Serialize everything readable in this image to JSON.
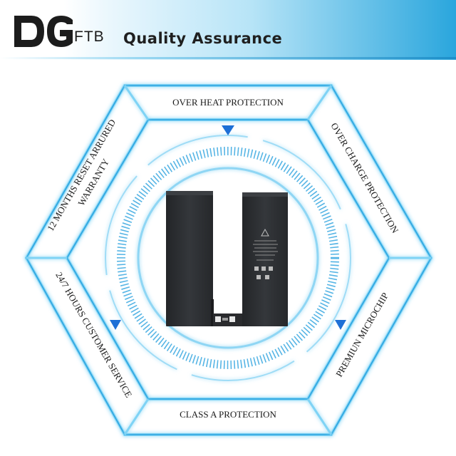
{
  "brand": {
    "logo_mark": "DG",
    "logo_name": "FTB",
    "tagline": "Quality Assurance"
  },
  "features": {
    "top": "OVER HEAT PROTECTION",
    "upper_right": "OVER CHARGE PROTECTION",
    "lower_right": "PREMIUN MICROCHIP",
    "bottom": "CLASS A PROTECTION",
    "lower_left": "24/7 HOURS CUSTOMER SERVICE",
    "upper_left_line1": "12 MONTHS RESET ARRURED",
    "upper_left_line2": "WARRANTY"
  },
  "product": {
    "name": "battery-pair"
  },
  "colors": {
    "accent": "#1d8fd6",
    "glow": "#7fd3f5",
    "battery": "#2b2d30"
  }
}
